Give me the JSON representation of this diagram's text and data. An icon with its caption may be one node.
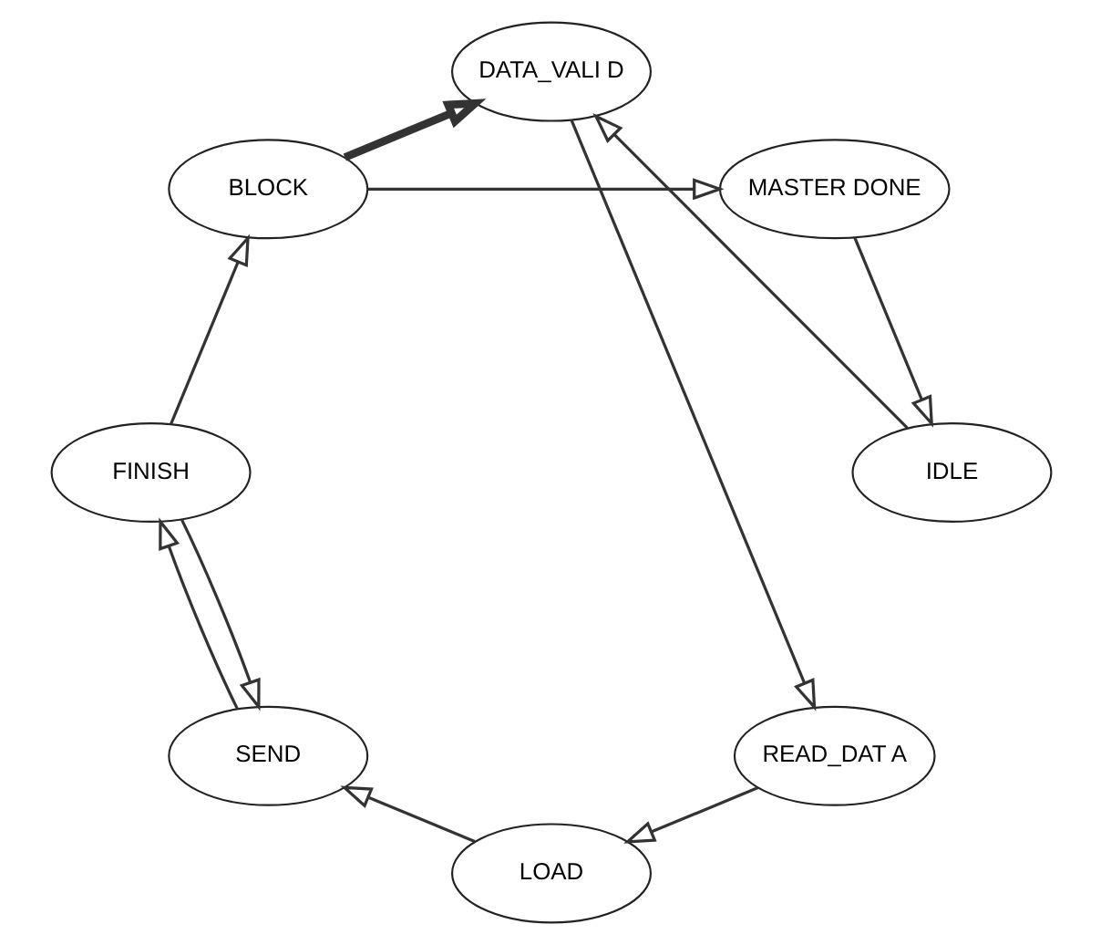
{
  "diagram": {
    "nodes": [
      {
        "text": [
          "IDLE"
        ]
      },
      {
        "text": [
          "DATA_VALI D"
        ]
      },
      {
        "text": [
          "READ_DAT A"
        ]
      },
      {
        "text": [
          "LOAD"
        ]
      },
      {
        "text": [
          "SEND"
        ]
      },
      {
        "text": [
          "FINISH"
        ]
      },
      {
        "text": [
          "BLOCK"
        ]
      },
      {
        "text": [
          "MASTER DONE"
        ]
      }
    ],
    "edges": [
      {
        "from": 0,
        "to": 1,
        "arrow": "to"
      },
      {
        "from": 1,
        "to": 2,
        "arrow": "to"
      },
      {
        "from": 2,
        "to": 3,
        "arrow": "to"
      },
      {
        "from": 3,
        "to": 4,
        "arrow": "to"
      },
      {
        "from": 5,
        "to": 4,
        "arrow": "to"
      },
      {
        "from": 4,
        "to": 5,
        "arrow": "to"
      },
      {
        "from": 5,
        "to": 6,
        "arrow": "to"
      },
      {
        "from": 6,
        "to": 7,
        "arrow": "to"
      },
      {
        "from": 7,
        "to": 0,
        "arrow": "to"
      },
      {
        "from": 6,
        "to": 1,
        "arrow": "to",
        "style": "thick"
      }
    ]
  }
}
